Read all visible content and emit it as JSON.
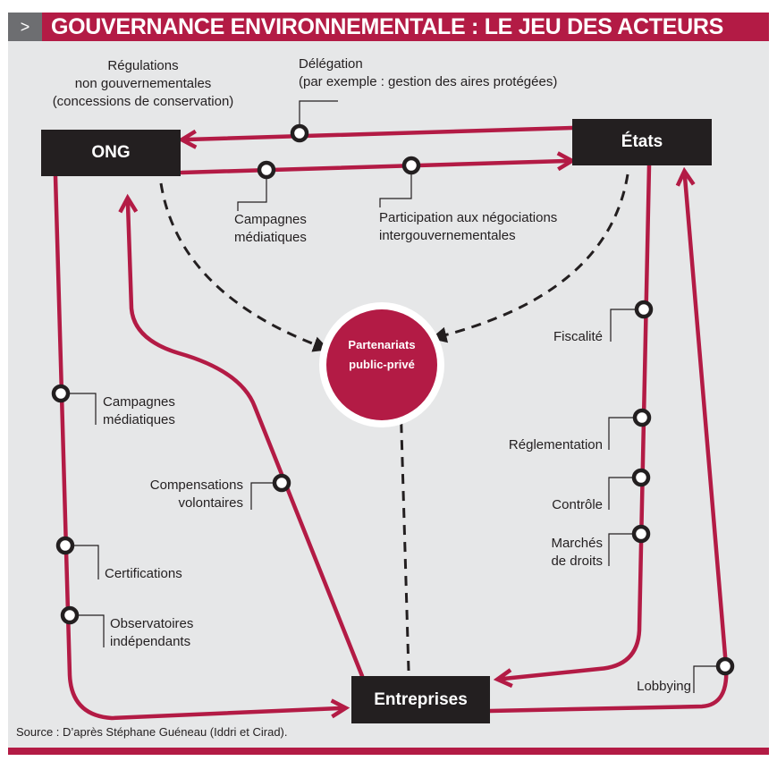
{
  "header": {
    "arrow": ">",
    "title": "GOUVERNANCE ENVIRONNEMENTALE : LE JEU DES ACTEURS"
  },
  "actors": {
    "ong": "ONG",
    "etats": "États",
    "entreprises": "Entreprises"
  },
  "center": {
    "line1": "Partenariats",
    "line2": "public-privé"
  },
  "labels": {
    "regulations": [
      "Régulations",
      "non gouvernementales",
      "(concessions de conservation)"
    ],
    "delegation": [
      "Délégation",
      "(par exemple : gestion des aires protégées)"
    ],
    "campagnes_top": [
      "Campagnes",
      "médiatiques"
    ],
    "participation": [
      "Participation aux négociations",
      "intergouvernementales"
    ],
    "campagnes_left": [
      "Campagnes",
      "médiatiques"
    ],
    "compensations": [
      "Compensations",
      "volontaires"
    ],
    "certifications": "Certifications",
    "observatoires": [
      "Observatoires",
      "indépendants"
    ],
    "fiscalite": "Fiscalité",
    "reglementation": "Réglementation",
    "controle": "Contrôle",
    "marches": [
      "Marchés",
      "de droits"
    ],
    "lobbying": "Lobbying"
  },
  "source": "Source : D’après Stéphane Guéneau (Iddri et Cirad).",
  "colors": {
    "accent": "#b31b45",
    "dark": "#231f20",
    "panel": "#e6e7e8"
  }
}
